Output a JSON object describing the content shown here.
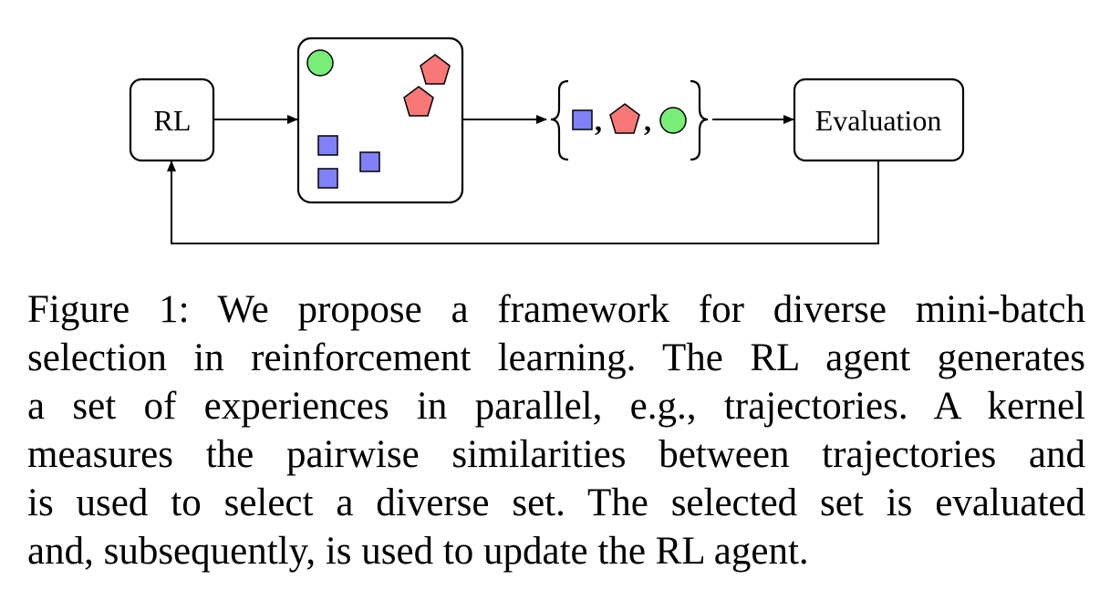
{
  "diagram": {
    "rl_label": "RL",
    "evaluation_label": "Evaluation",
    "set_separator_1": ",",
    "set_separator_2": ",",
    "colors": {
      "square": "#8080f8",
      "pentagon": "#f87878",
      "circle": "#78ee78"
    },
    "icons": [
      "circle-icon",
      "pentagon-icon",
      "square-icon"
    ]
  },
  "caption": {
    "lines": [
      "Figure 1: We propose a framework for diverse mini-batch",
      "selection in reinforcement learning. The RL agent generates",
      "a set of experiences in parallel, e.g., trajectories. A kernel",
      "measures the pairwise similarities between trajectories and",
      "is used to select a diverse set. The selected set is evaluated",
      "and, subsequently, is used to update the RL agent."
    ]
  }
}
